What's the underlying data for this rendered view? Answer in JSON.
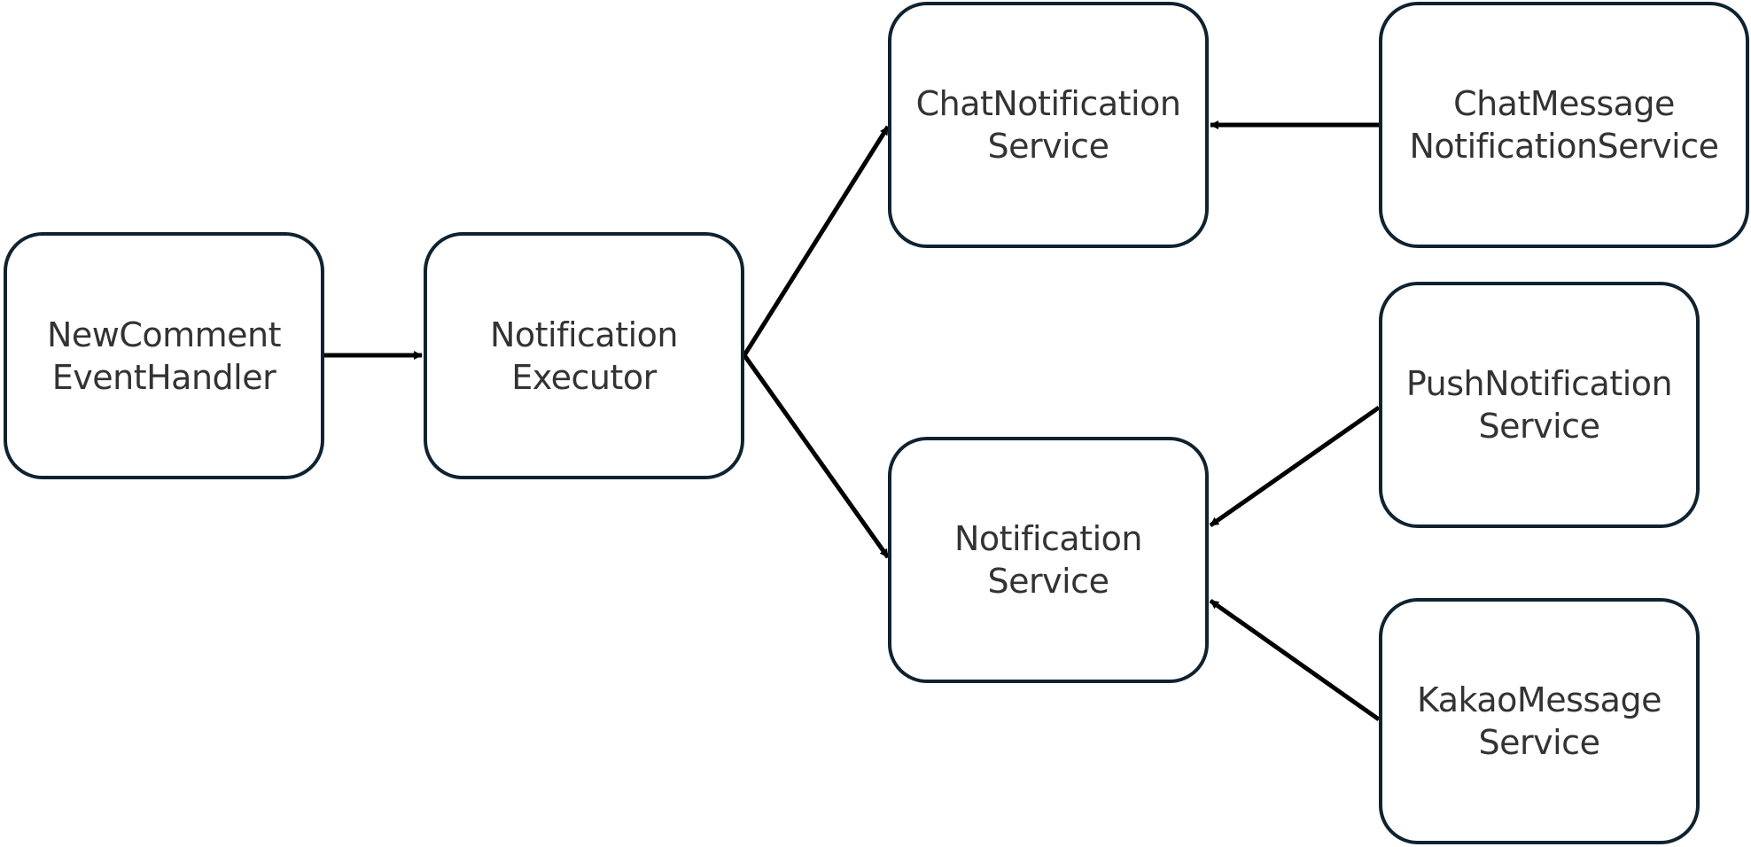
{
  "nodes": {
    "new_comment_event_handler": {
      "line1": "NewComment",
      "line2": "EventHandler"
    },
    "notification_executor": {
      "line1": "Notification",
      "line2": "Executor"
    },
    "chat_notification_service": {
      "line1": "ChatNotification",
      "line2": "Service"
    },
    "chat_message_notification_service": {
      "line1": "ChatMessage",
      "line2": "NotificationService"
    },
    "push_notification_service": {
      "line1": "PushNotification",
      "line2": "Service"
    },
    "notification_service": {
      "line1": "Notification",
      "line2": "Service"
    },
    "kakao_message_service": {
      "line1": "KakaoMessage",
      "line2": "Service"
    }
  },
  "edges": [
    {
      "from": "new_comment_event_handler",
      "to": "notification_executor"
    },
    {
      "from": "notification_executor",
      "to": "chat_notification_service"
    },
    {
      "from": "notification_executor",
      "to": "notification_service"
    },
    {
      "from": "chat_message_notification_service",
      "to": "chat_notification_service"
    },
    {
      "from": "push_notification_service",
      "to": "notification_service"
    },
    {
      "from": "kakao_message_service",
      "to": "notification_service"
    }
  ],
  "colors": {
    "node_border": "#0f2230",
    "text": "#333333",
    "edge": "#000000"
  }
}
